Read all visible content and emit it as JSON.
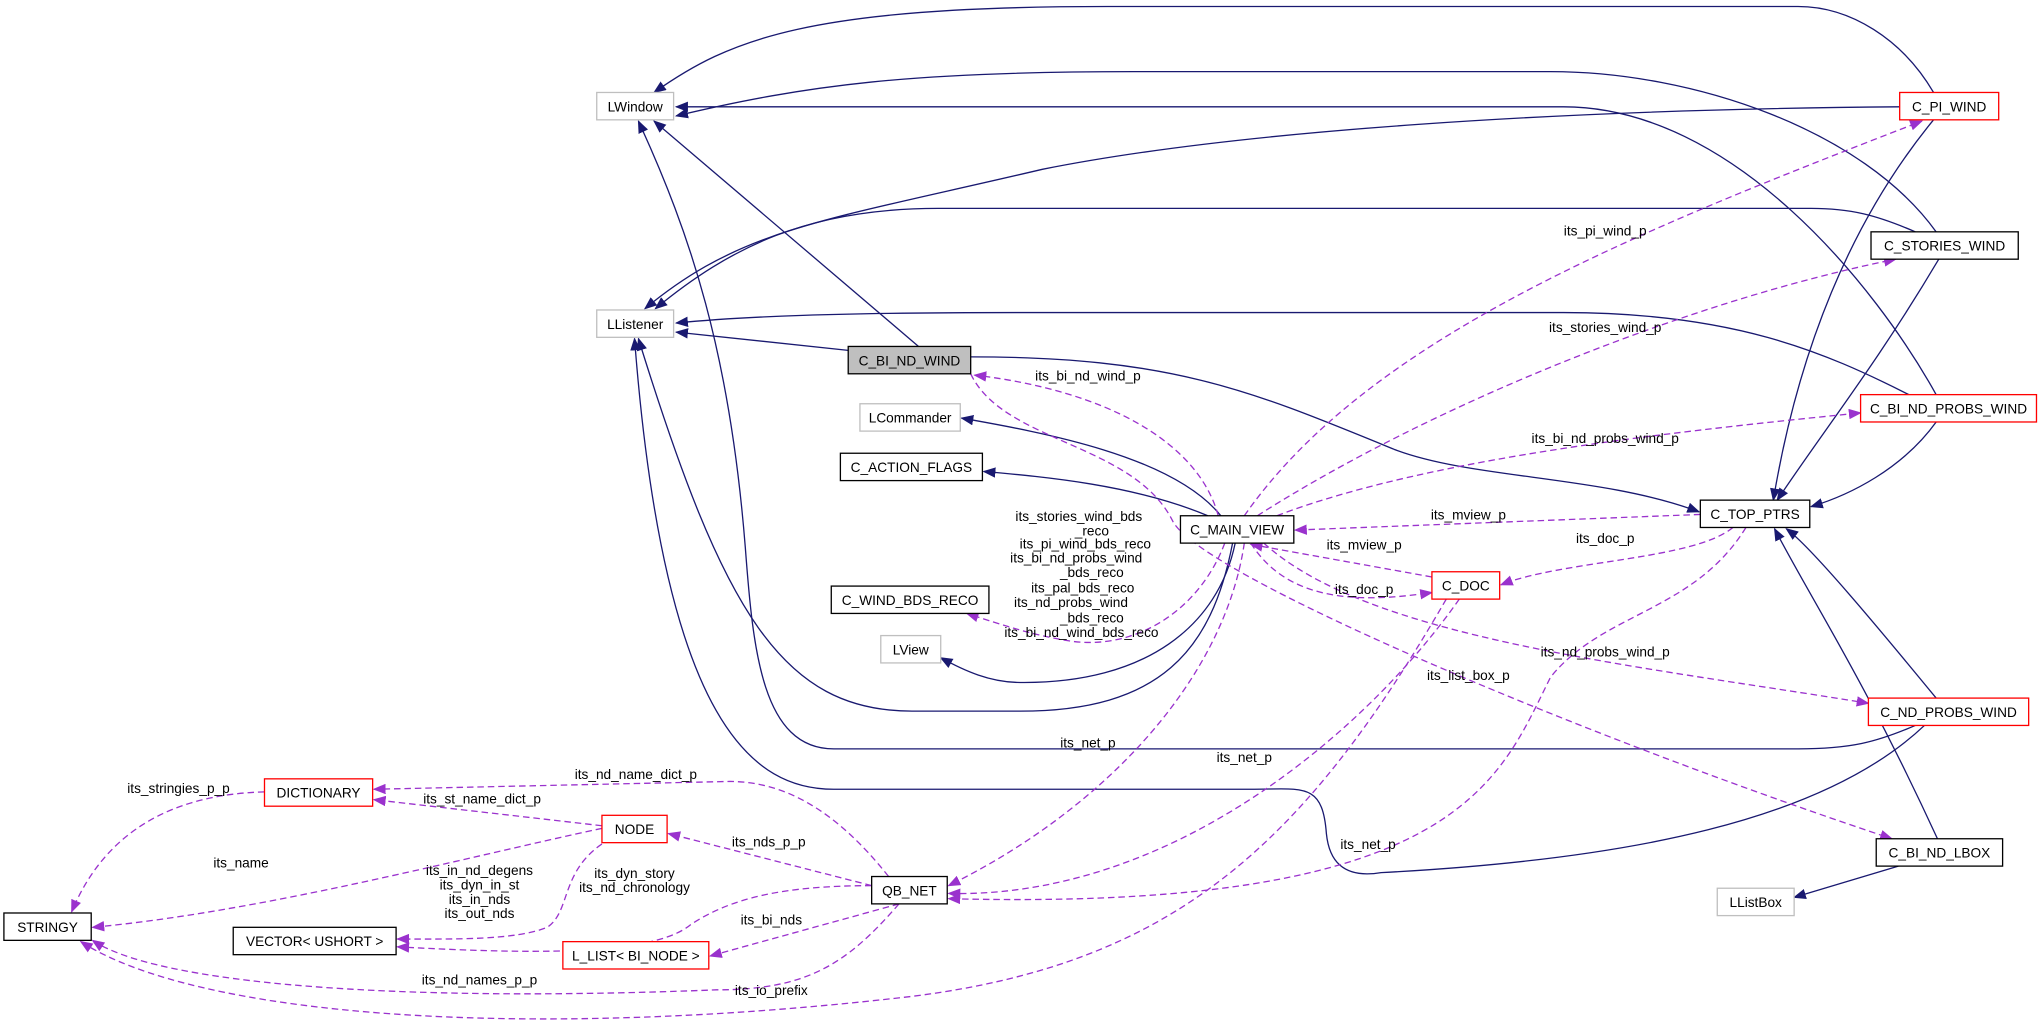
{
  "colors": {
    "inheritance_edge": "#191970",
    "usage_edge": "#9a32cd",
    "documented_border": "#000000",
    "truncated_border": "#ff0000",
    "undocumented_border": "#bfbfbf",
    "focus_fill": "#bfbfbf"
  },
  "nodes": {
    "lwindow": "LWindow",
    "llistener": "LListener",
    "c_bi_nd_wind": "C_BI_ND_WIND",
    "lcommander": "LCommander",
    "c_action_flags": "C_ACTION_FLAGS",
    "c_wind_bds_reco": "C_WIND_BDS_RECO",
    "lview": "LView",
    "c_main_view": "C_MAIN_VIEW",
    "c_doc": "C_DOC",
    "c_top_ptrs": "C_TOP_PTRS",
    "c_pi_wind": "C_PI_WIND",
    "c_stories_wind": "C_STORIES_WIND",
    "c_bi_nd_probs_wind": "C_BI_ND_PROBS_WIND",
    "c_nd_probs_wind": "C_ND_PROBS_WIND",
    "c_bi_nd_lbox": "C_BI_ND_LBOX",
    "llistbox": "LListBox",
    "qb_net": "QB_NET",
    "dictionary": "DICTIONARY",
    "node": "NODE",
    "stringy": "STRINGY",
    "vector_ushort": "VECTOR< USHORT >",
    "l_list_bi_node": "L_LIST< BI_NODE >"
  },
  "edge_labels": {
    "its_pi_wind_p": "its_pi_wind_p",
    "its_stories_wind_p": "its_stories_wind_p",
    "its_bi_nd_wind_p": "its_bi_nd_wind_p",
    "its_bi_nd_probs_wind_p": "its_bi_nd_probs_wind_p",
    "its_mview_p_top": "its_mview_p",
    "its_mview_p_doc": "its_mview_p",
    "its_doc_p_top": "its_doc_p",
    "its_doc_p_view": "its_doc_p",
    "its_nd_probs_wind_p": "its_nd_probs_wind_p",
    "its_list_box_p": "its_list_box_p",
    "its_net_p_view": "its_net_p",
    "its_net_p_doc": "its_net_p",
    "its_net_p_top": "its_net_p",
    "wind_bds_reco": [
      "its_stories_wind_bds",
      "_reco",
      "its_pi_wind_bds_reco",
      "its_bi_nd_probs_wind",
      "_bds_reco",
      "its_pal_bds_reco",
      "its_nd_probs_wind",
      "_bds_reco",
      "its_bi_nd_wind_bds_reco"
    ],
    "its_nd_name_dict_p": "its_nd_name_dict_p",
    "its_st_name_dict_p": "its_st_name_dict_p",
    "its_stringies_p_p": "its_stringies_p_p",
    "its_name": "its_name",
    "node_vector": [
      "its_in_nd_degens",
      "its_dyn_in_st",
      "its_in_nds",
      "its_out_nds"
    ],
    "qbnet_vector": [
      "its_dyn_story",
      "its_nd_chronology"
    ],
    "its_nds_p_p": "its_nds_p_p",
    "its_bi_nds": "its_bi_nds",
    "its_nd_names_p_p": "its_nd_names_p_p",
    "its_io_prefix": "its_io_prefix"
  }
}
